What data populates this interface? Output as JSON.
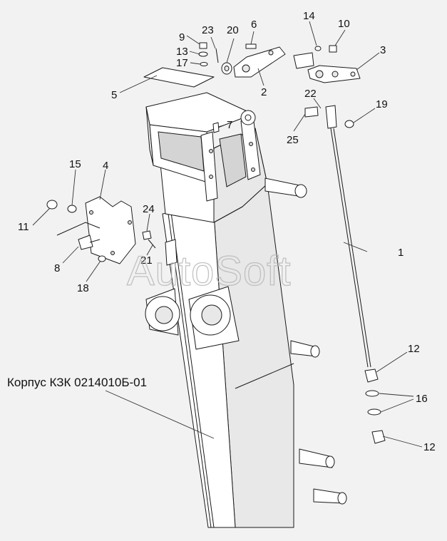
{
  "caption": "Корпус КЗК 0214010Б-01",
  "watermark": "AutoSoft",
  "callouts": [
    "1",
    "2",
    "3",
    "4",
    "5",
    "6",
    "7",
    "8",
    "9",
    "10",
    "11",
    "12",
    "12",
    "13",
    "14",
    "15",
    "16",
    "17",
    "18",
    "19",
    "20",
    "21",
    "22",
    "23",
    "24",
    "25"
  ]
}
